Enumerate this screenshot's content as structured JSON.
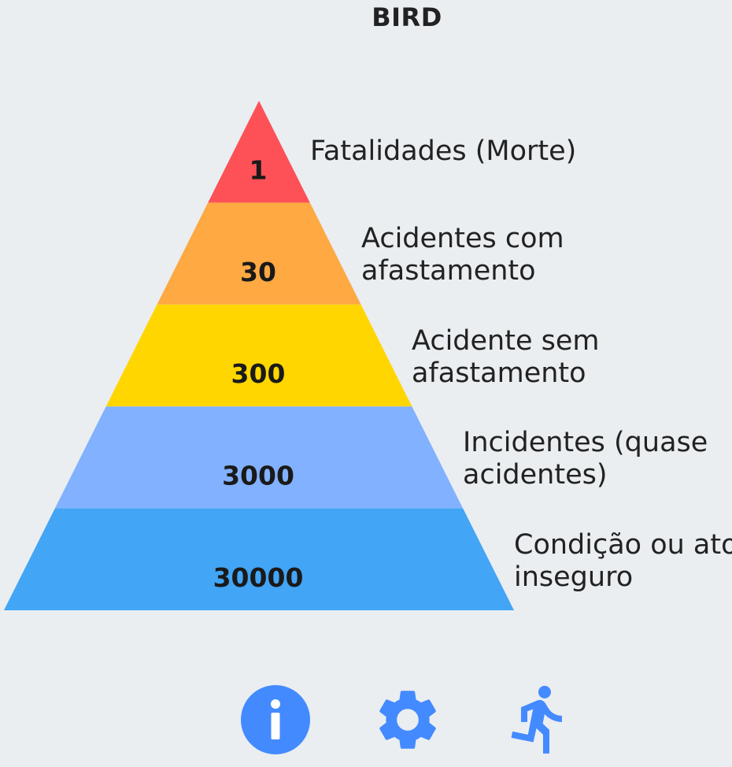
{
  "header": {
    "title": "BIRD"
  },
  "pyramid": {
    "tiers": [
      {
        "count": "1",
        "label_lines": [
          "Fatalidades (Morte)"
        ],
        "color": "#fd5157"
      },
      {
        "count": "30",
        "label_lines": [
          "Acidentes com",
          "afastamento"
        ],
        "color": "#fea942"
      },
      {
        "count": "300",
        "label_lines": [
          "Acidente sem",
          "afastamento"
        ],
        "color": "#ffd600"
      },
      {
        "count": "3000",
        "label_lines": [
          "Incidentes (quase",
          "acidentes)"
        ],
        "color": "#82b1ff"
      },
      {
        "count": "30000",
        "label_lines": [
          "Condição ou ato",
          "inseguro"
        ],
        "color": "#42a5f5"
      }
    ]
  },
  "toolbar": {
    "accent_color": "#448aff",
    "icons": [
      "info-icon",
      "gear-icon",
      "running-person-icon"
    ]
  }
}
